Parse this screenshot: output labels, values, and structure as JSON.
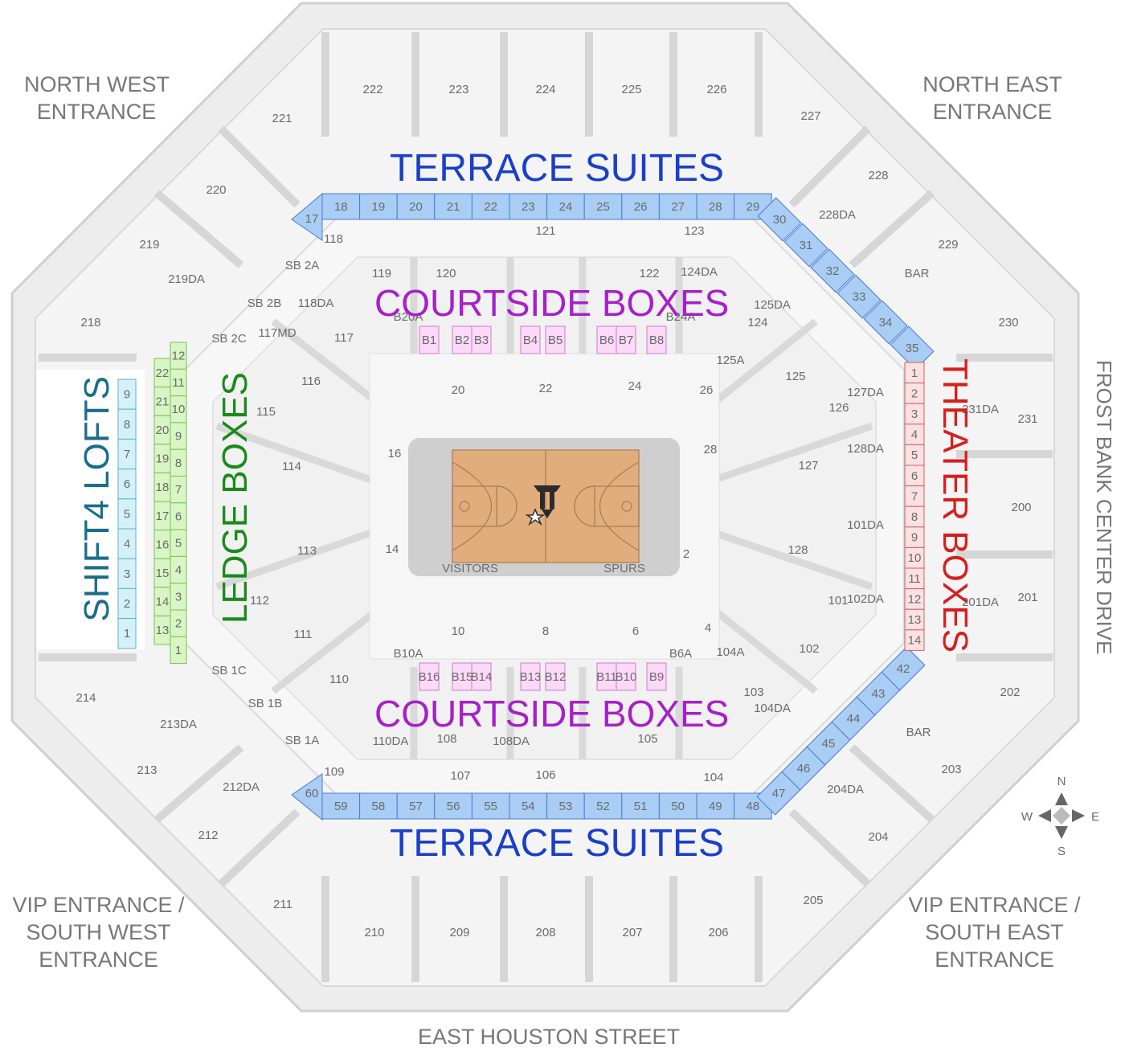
{
  "entrances": {
    "nw": [
      "NORTH WEST",
      "ENTRANCE"
    ],
    "ne": [
      "NORTH EAST",
      "ENTRANCE"
    ],
    "sw": [
      "VIP ENTRANCE /",
      "SOUTH WEST",
      "ENTRANCE"
    ],
    "se": [
      "VIP ENTRANCE /",
      "SOUTH EAST",
      "ENTRANCE"
    ]
  },
  "streets": {
    "south": "EAST HOUSTON STREET",
    "east": "FROST BANK CENTER DRIVE"
  },
  "zones": {
    "terrace_top": "TERRACE SUITES",
    "terrace_bottom": "TERRACE SUITES",
    "courtside_top": "COURTSIDE BOXES",
    "courtside_bottom": "COURTSIDE BOXES",
    "theater": "THEATER BOXES",
    "ledge": "LEDGE BOXES",
    "shift4": "SHIFT4 LOFTS"
  },
  "colors": {
    "terrace": "#1a3fc9",
    "courtside": "#a620c8",
    "theater": "#d51f1f",
    "ledge": "#1a8a1a",
    "shift4": "#1a6e8a",
    "terrace_fill": "#a9cdf5",
    "theater_fill": "#fbe1e1",
    "ledge_fill": "#d8f5c4",
    "shift4_fill": "#d5f1f8",
    "courtside_fill": "#fbd9f7"
  },
  "compass": {
    "n": "N",
    "s": "S",
    "e": "E",
    "w": "W"
  },
  "court": {
    "visitors": "VISITORS",
    "home": "SPURS"
  },
  "logo": {
    "name": "spurs-logo-icon"
  },
  "terrace_suites": {
    "top": [
      "17",
      "18",
      "19",
      "20",
      "21",
      "22",
      "23",
      "24",
      "25",
      "26",
      "27",
      "28",
      "29"
    ],
    "ne_diag": [
      "30",
      "31",
      "32",
      "33",
      "34",
      "35"
    ],
    "bottom": [
      "60",
      "59",
      "58",
      "57",
      "56",
      "55",
      "54",
      "53",
      "52",
      "51",
      "50",
      "49",
      "48"
    ],
    "se_diag": [
      "47",
      "46",
      "45",
      "44",
      "43",
      "42"
    ]
  },
  "theater_boxes": [
    "1",
    "2",
    "3",
    "4",
    "5",
    "6",
    "7",
    "8",
    "9",
    "10",
    "11",
    "12",
    "13",
    "14"
  ],
  "shift4_lofts": [
    "9",
    "8",
    "7",
    "6",
    "5",
    "4",
    "3",
    "2",
    "1"
  ],
  "ledge_boxes": {
    "left": [
      "22",
      "21",
      "20",
      "19",
      "18",
      "17",
      "16",
      "15",
      "14",
      "13"
    ],
    "right": [
      "12",
      "11",
      "10",
      "9",
      "8",
      "7",
      "6",
      "5",
      "4",
      "3",
      "2",
      "1"
    ]
  },
  "courtside_top": [
    "B20A",
    "B1",
    "B2",
    "B3",
    "B4",
    "B5",
    "B6",
    "B7",
    "B8",
    "B24A"
  ],
  "courtside_bottom": [
    "B10A",
    "B16",
    "B15",
    "B14",
    "B13",
    "B12",
    "B11",
    "B10",
    "B9",
    "B6A"
  ],
  "upper_sections": [
    "222",
    "223",
    "224",
    "225",
    "226",
    "221",
    "227",
    "220",
    "228",
    "219",
    "229",
    "218",
    "230",
    "231",
    "200",
    "201",
    "202",
    "214",
    "213",
    "203",
    "212",
    "204",
    "211",
    "205",
    "210",
    "209",
    "208",
    "207",
    "206"
  ],
  "lower_sections": [
    "119",
    "120",
    "121",
    "122",
    "123",
    "124",
    "125",
    "126",
    "127",
    "128",
    "101",
    "102",
    "103",
    "104",
    "105",
    "106",
    "107",
    "108",
    "109",
    "110",
    "111",
    "112",
    "113",
    "114",
    "115",
    "116",
    "117",
    "118"
  ],
  "floor_sections": [
    "20",
    "22",
    "24",
    "26",
    "28",
    "2",
    "4",
    "6",
    "8",
    "10",
    "14",
    "16"
  ],
  "misc_labels": [
    "SB 2A",
    "SB 2B",
    "SB 2C",
    "SB 1C",
    "SB 1B",
    "SB 1A",
    "BAR",
    "BAR",
    "125A",
    "104A",
    "124DA",
    "228DA",
    "219DA",
    "118DA",
    "117MD",
    "125DA",
    "127DA",
    "128DA",
    "101DA",
    "102DA",
    "104DA",
    "204DA",
    "212DA",
    "213DA",
    "231DA",
    "201DA",
    "110DA",
    "108DA"
  ]
}
